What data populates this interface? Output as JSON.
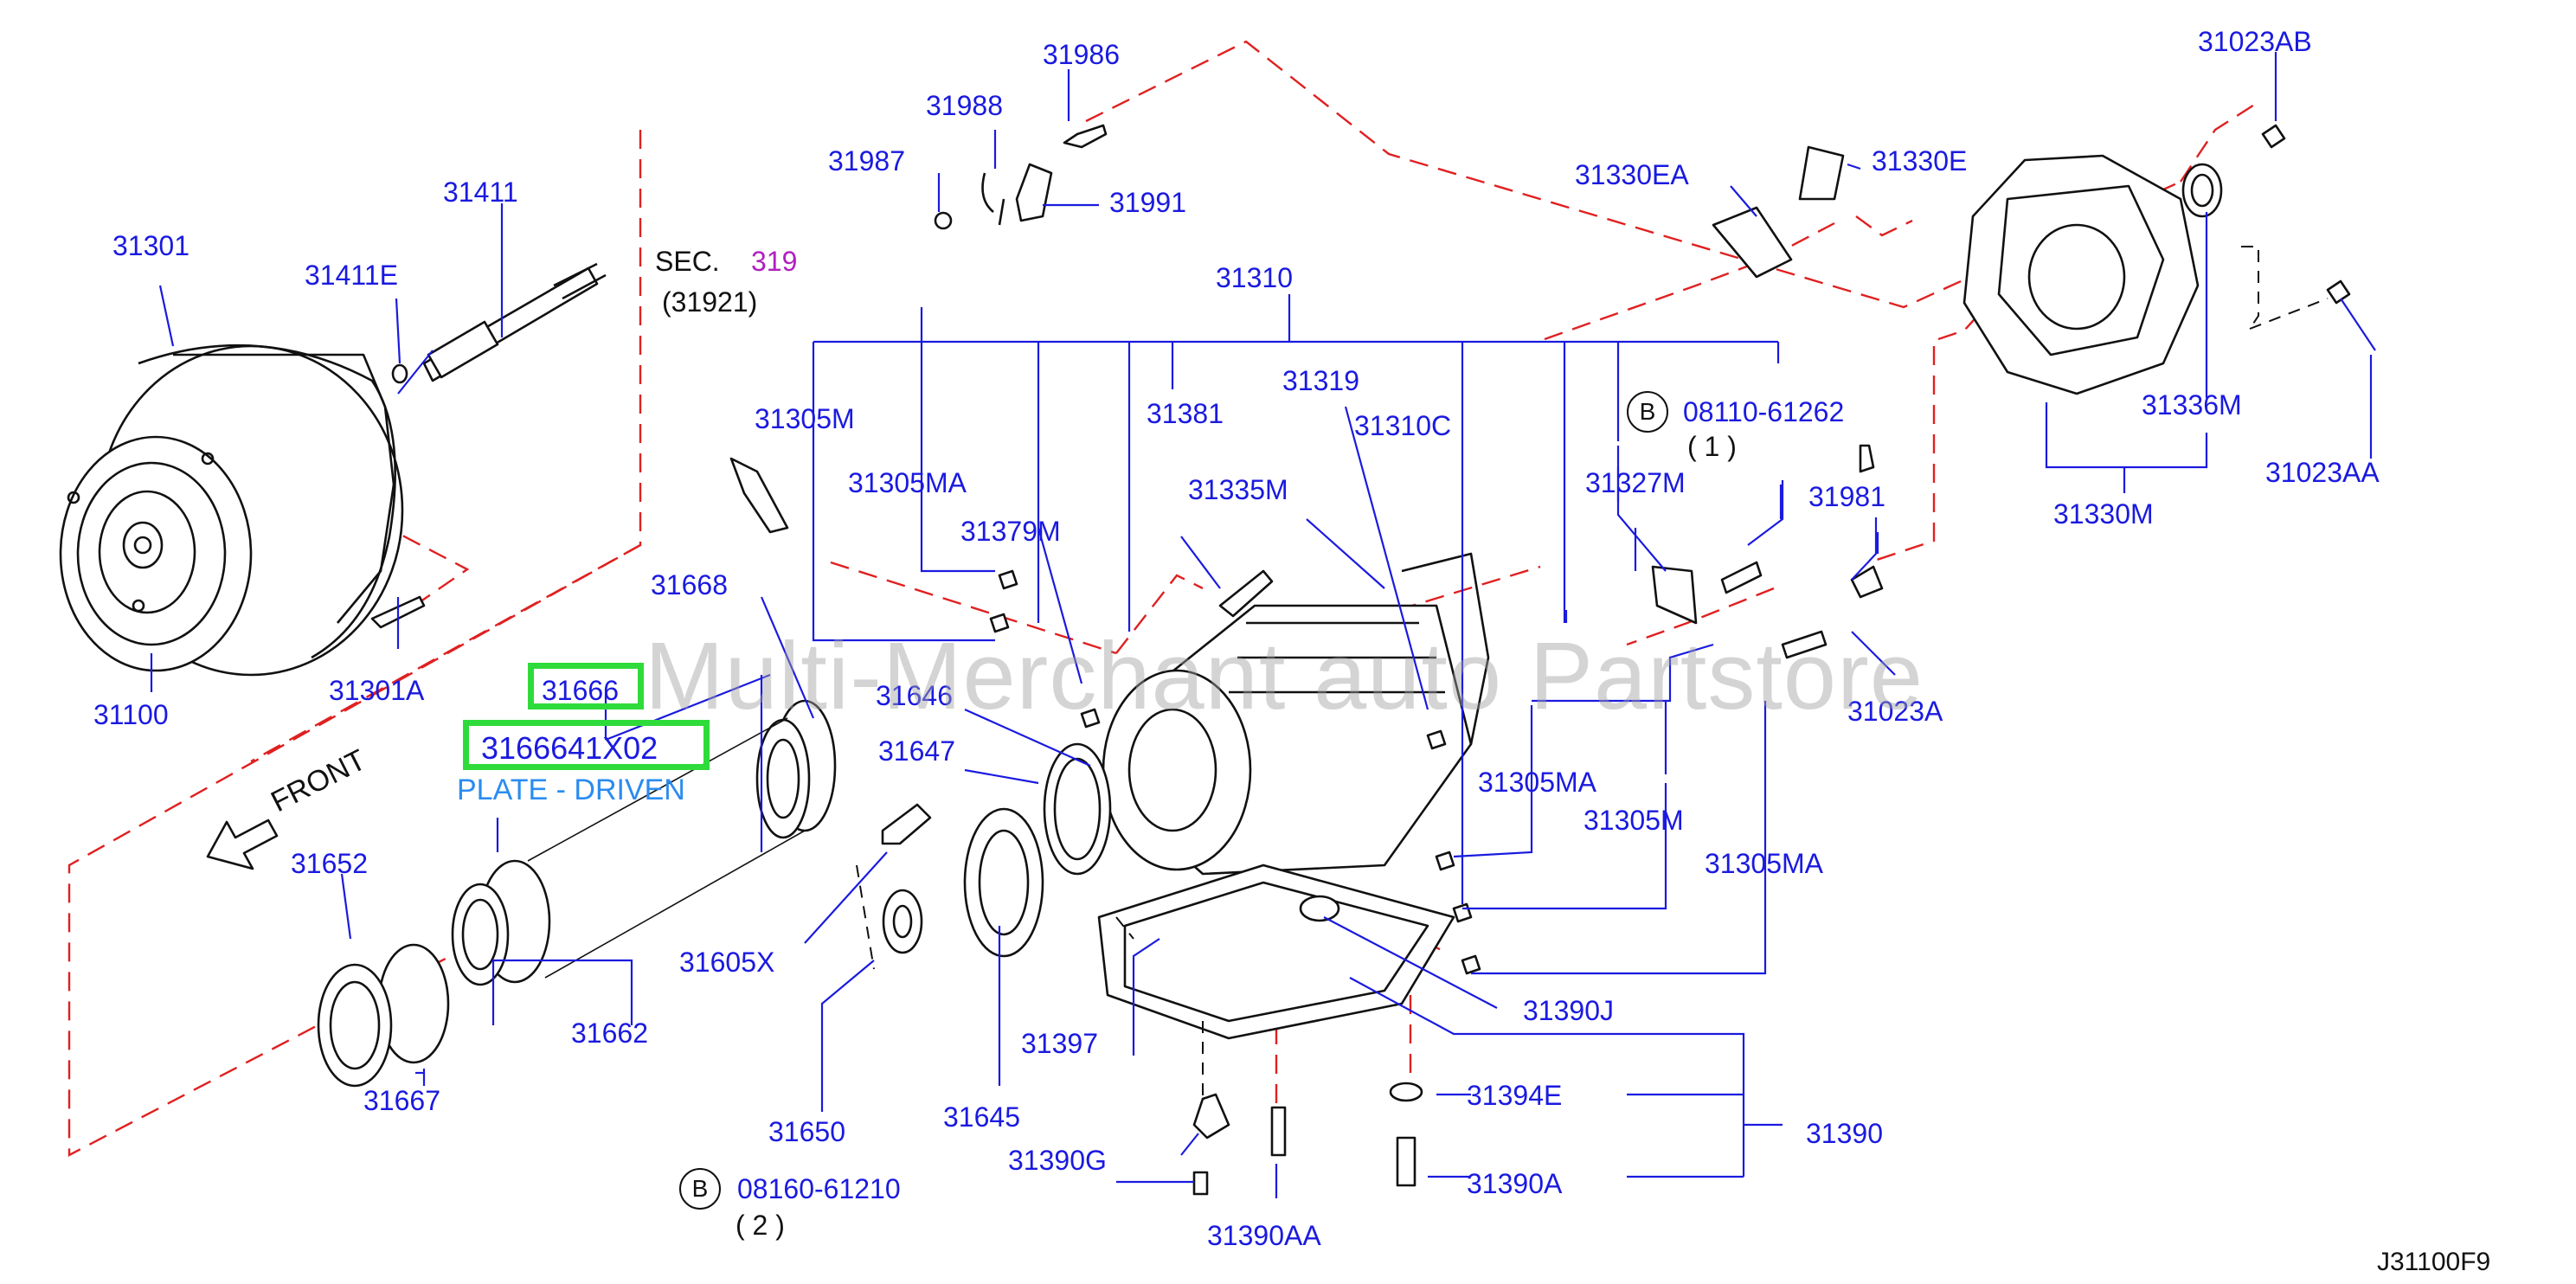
{
  "diagram": {
    "section": {
      "prefix": "SEC.",
      "number": "319",
      "ref": "(31921)"
    },
    "front_label": "FRONT",
    "watermark": "Multi-Merchant auto Partstore",
    "figure_code": "J31100F9",
    "highlight": {
      "part": "31666",
      "part_number": "3166641X02",
      "description": "PLATE - DRIVEN"
    },
    "bolt_refs": [
      {
        "letter": "B",
        "number": "08110-61262",
        "qty": "( 1 )"
      },
      {
        "letter": "B",
        "number": "08160-61210",
        "qty": "( 2 )"
      }
    ],
    "parts": {
      "p31986": "31986",
      "p31988": "31988",
      "p31987": "31987",
      "p31991": "31991",
      "p31023AB": "31023AB",
      "p31330EA": "31330EA",
      "p31330E": "31330E",
      "p31301": "31301",
      "p31411": "31411",
      "p31411E": "31411E",
      "p31310": "31310",
      "p31305M_a": "31305M",
      "p31381": "31381",
      "p31319": "31319",
      "p31310C": "31310C",
      "p31336M": "31336M",
      "p31023AA": "31023AA",
      "p31305MA_a": "31305MA",
      "p31335M": "31335M",
      "p31327M": "31327M",
      "p31981": "31981",
      "p31330M": "31330M",
      "p31379M": "31379M",
      "p31668": "31668",
      "p31100": "31100",
      "p31301A": "31301A",
      "p31646": "31646",
      "p31647": "31647",
      "p31023A": "31023A",
      "p31305MA_b": "31305MA",
      "p31305M_b": "31305M",
      "p31305MA_c": "31305MA",
      "p31652": "31652",
      "p31605X": "31605X",
      "p31662": "31662",
      "p31390J": "31390J",
      "p31397": "31397",
      "p31394E": "31394E",
      "p31667": "31667",
      "p31650": "31650",
      "p31645": "31645",
      "p31390": "31390",
      "p31390G": "31390G",
      "p31390A": "31390A",
      "p31390AA": "31390AA"
    }
  }
}
